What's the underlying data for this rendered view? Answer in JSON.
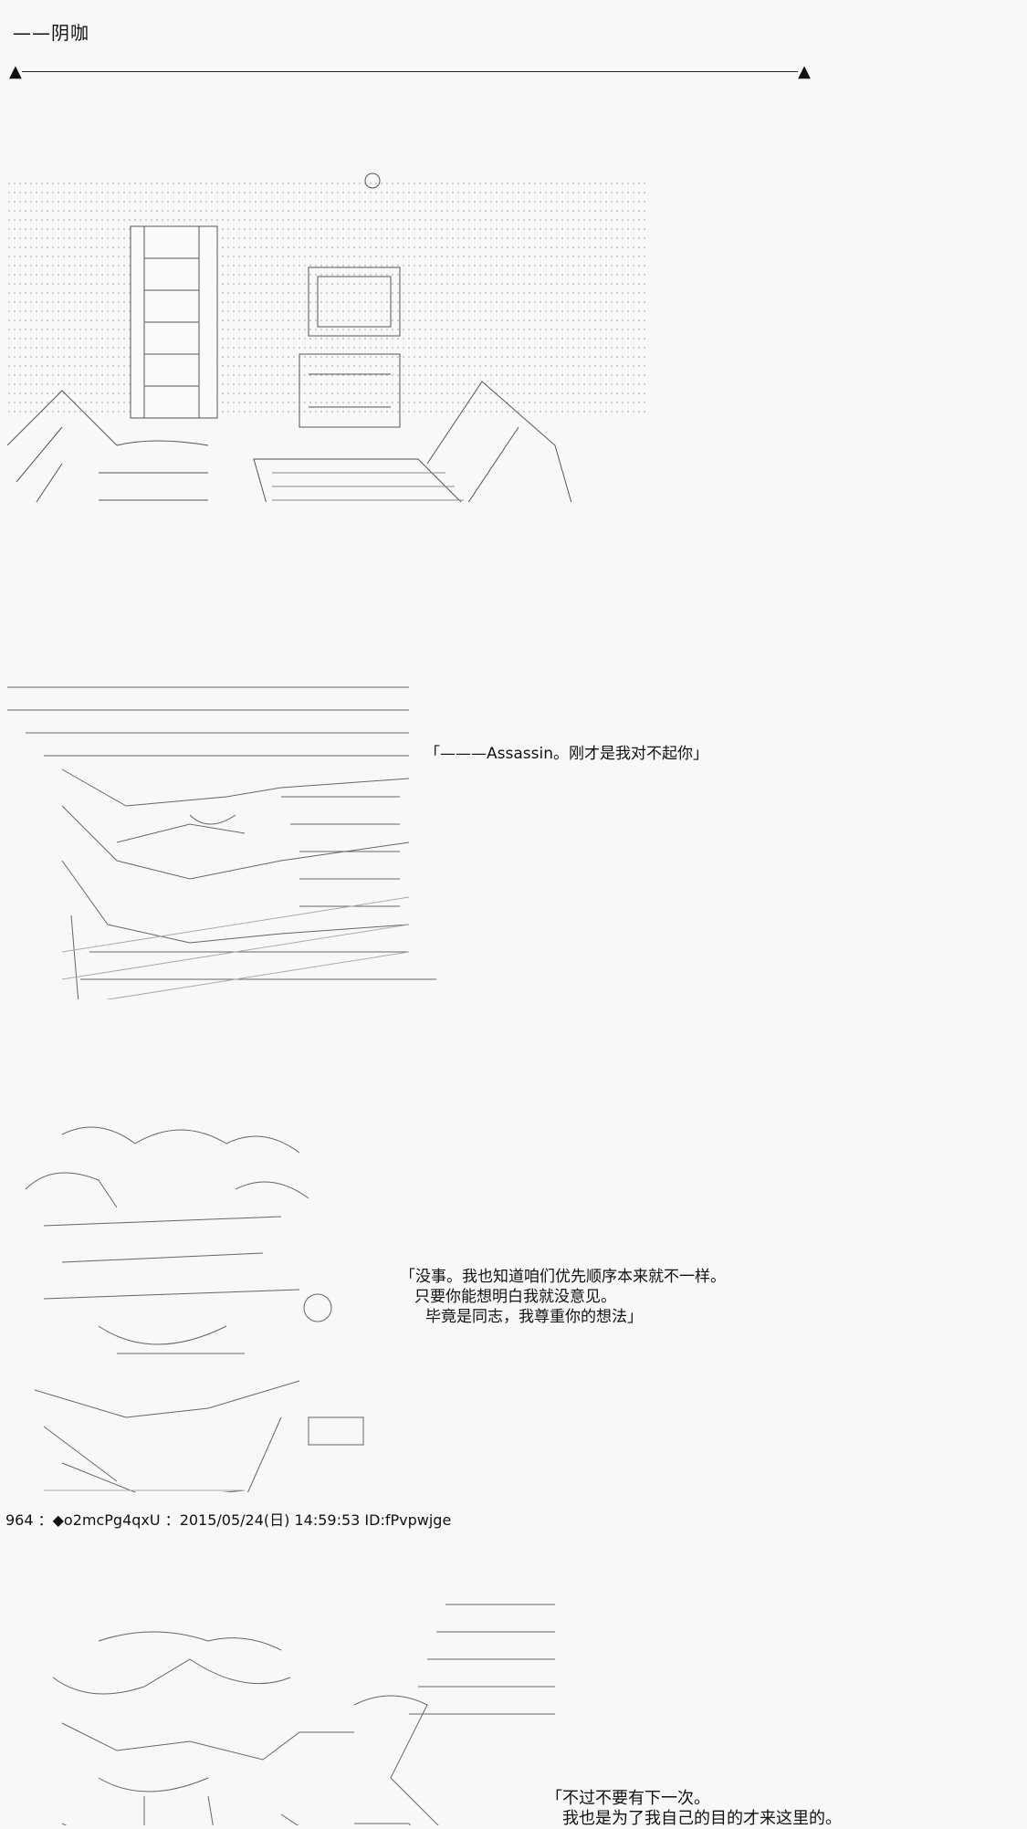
{
  "heading": "——阴咖",
  "divider": {
    "left_marker": "▲",
    "right_marker": "▲"
  },
  "dialogues": [
    {
      "lines": [
        "「———Assassin。刚才是我对不起你」"
      ]
    },
    {
      "lines": [
        "「没事。我也知道咱们优先顺序本来就不一样。",
        "只要你能想明白我就没意见。",
        "毕竟是同志，我尊重你的想法」"
      ]
    },
    {
      "lines": [
        "「不过不要有下一次。",
        "我也是为了我自己的目的才来这里的。"
      ]
    }
  ],
  "post_header": "964 ：◆o2mcPg4qxU ：2015/05/24(日) 14:59:53 ID:fPvpwjge"
}
